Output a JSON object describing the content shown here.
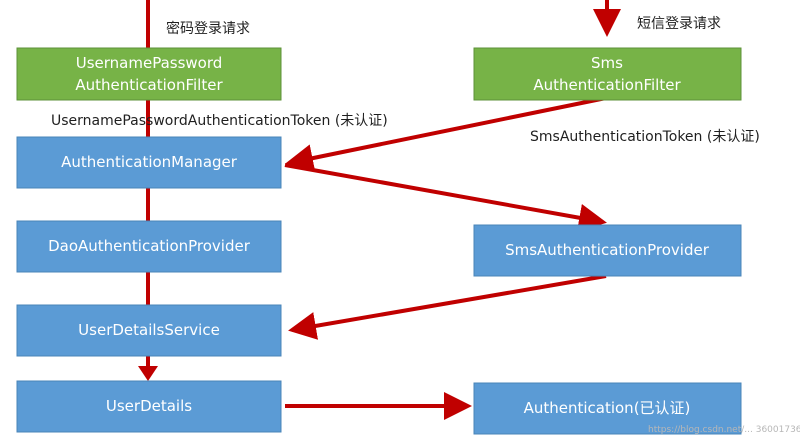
{
  "title": "",
  "colors": {
    "green_box": "#77b347",
    "blue_box": "#5b9bd5",
    "arrow": "#c00000",
    "text": "#1f1f1f"
  },
  "labels": {
    "password_request": "密码登录请求",
    "sms_request": "短信登录请求",
    "username_token": "UsernamePasswordAuthenticationToken (未认证)",
    "sms_token": "SmsAuthenticationToken (未认证)"
  },
  "boxes": {
    "username_filter": {
      "line1": "UsernamePassword",
      "line2": "AuthenticationFilter"
    },
    "sms_filter": {
      "line1": "Sms",
      "line2": "AuthenticationFilter"
    },
    "authentication_manager": "AuthenticationManager",
    "dao_provider": "DaoAuthenticationProvider",
    "sms_provider": "SmsAuthenticationProvider",
    "user_details_service": "UserDetailsService",
    "user_details": "UserDetails",
    "authentication": "Authentication(已认证)"
  },
  "watermark": "https://blog.csdn.net/... 36001736"
}
